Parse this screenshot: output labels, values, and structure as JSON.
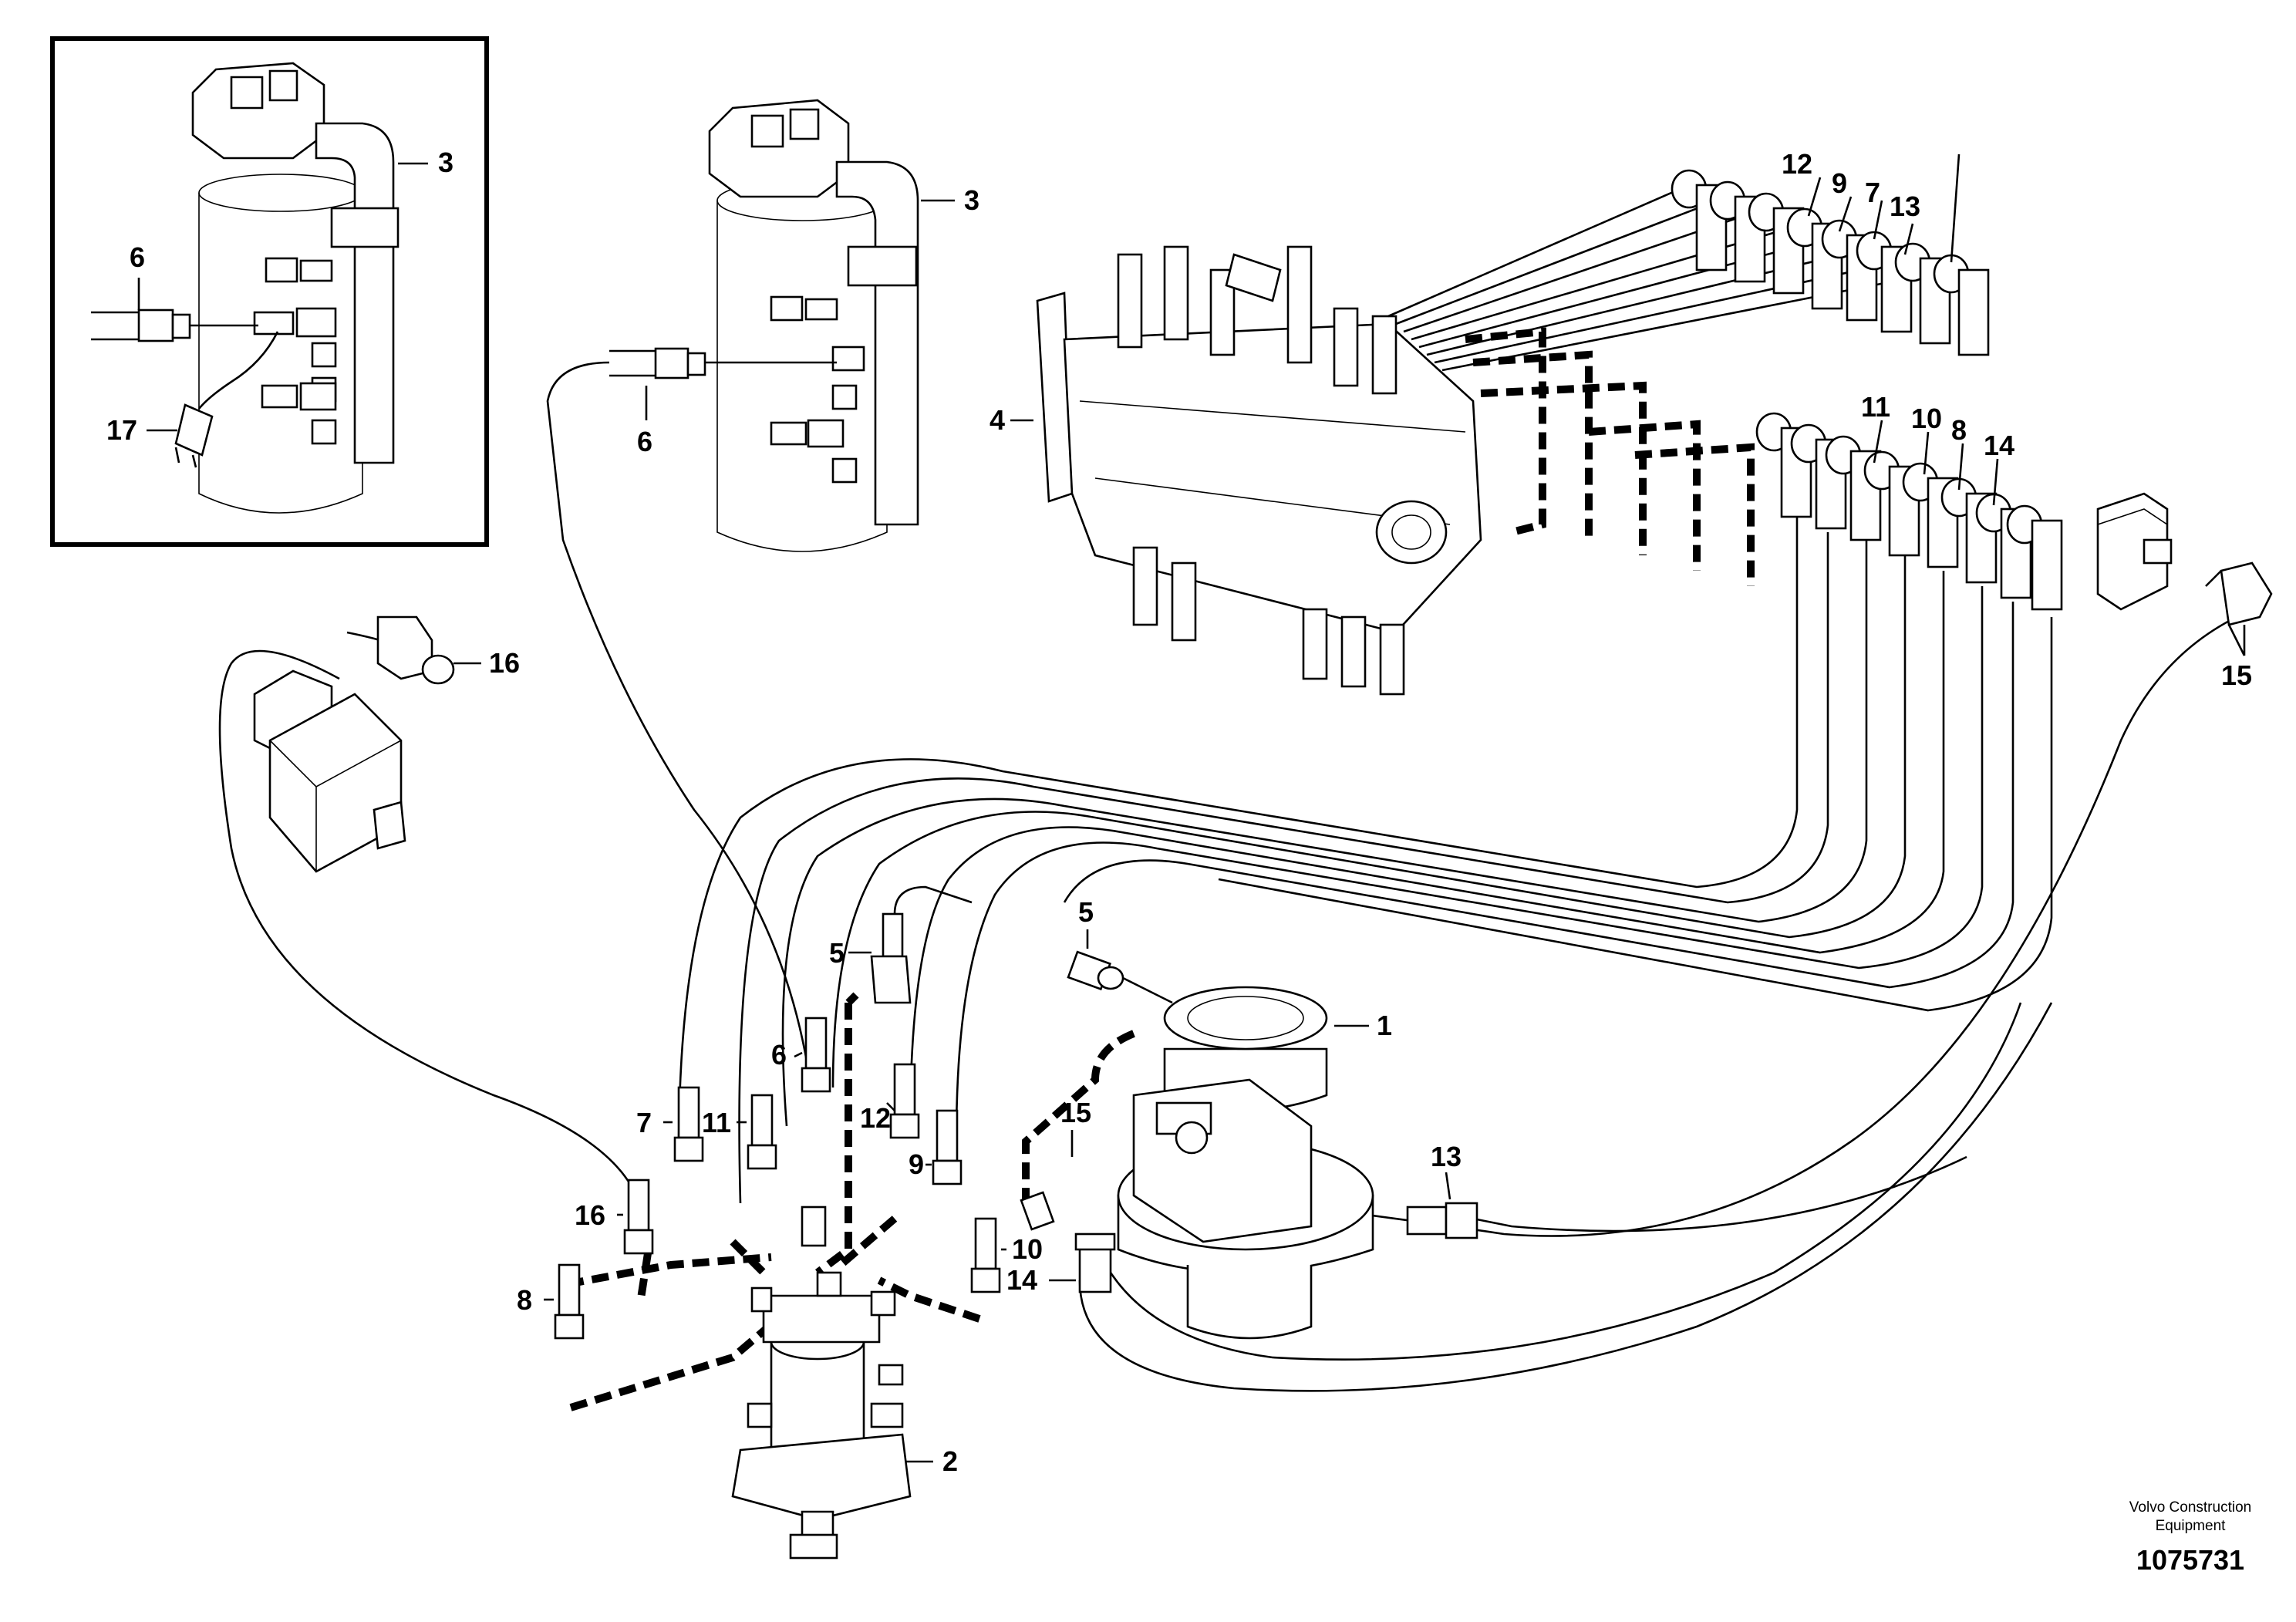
{
  "labels": {
    "n1": "1",
    "n2": "2",
    "n3a": "3",
    "n3b": "3",
    "n4": "4",
    "n5a": "5",
    "n5b": "5",
    "n6a": "6",
    "n6b": "6",
    "n6c": "6",
    "n7a": "7",
    "n7b": "7",
    "n8a": "8",
    "n8b": "8",
    "n9a": "9",
    "n9b": "9",
    "n10a": "10",
    "n10b": "10",
    "n11a": "11",
    "n11b": "11",
    "n12a": "12",
    "n12b": "12",
    "n13a": "13",
    "n13b": "13",
    "n14a": "14",
    "n14b": "14",
    "n15a": "15",
    "n15b": "15",
    "n16a": "16",
    "n16b": "16",
    "n17": "17"
  },
  "brand": {
    "line1": "Volvo Construction",
    "line2": "Equipment"
  },
  "part_number": "1075731"
}
